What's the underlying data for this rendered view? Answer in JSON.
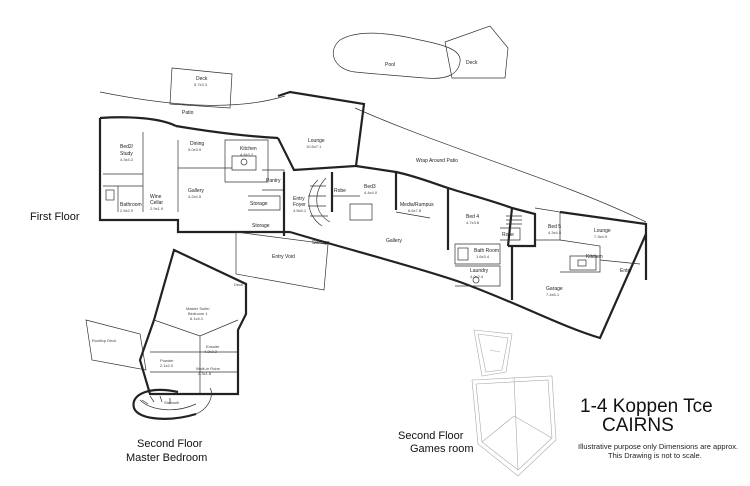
{
  "title": "1-4 Koppen Tce",
  "subtitle": "CAIRNS",
  "disclaimer_line1": "Illustrative purpose only Dimensions are approx.",
  "disclaimer_line2": "This Drawing is not to scale.",
  "floors": {
    "first": "First Floor",
    "second_master_line1": "Second Floor",
    "second_master_line2": "Master Bedroom",
    "second_games_line1": "Second Floor",
    "second_games_line2": "Games room"
  },
  "rooms": {
    "pool": "Pool",
    "deck_top": "Deck",
    "deck_left": "Deck",
    "deck_left_dims": "5.7x3.3",
    "patio": "Patio",
    "wrap_patio": "Wrap Around Patio",
    "bed2": "Bed2/",
    "bed2b": "Study",
    "bed2_dims": "4.3x4.2",
    "dining": "Dining",
    "dining_dims": "5.0x3.9",
    "kitchen": "Kitchen",
    "kitchen_dims": "4.8x3.2",
    "lounge": "Lounge",
    "lounge_dims": "10.5x7.1",
    "pantry": "Pantry",
    "gallery1": "Gallery",
    "gallery1_dims": "4.2x4.5",
    "bathroom": "Bathroom",
    "bathroom_dims": "2.5x2.9",
    "wine": "Wine",
    "wine2": "Cellar",
    "wine_dims": "2.9x1.9",
    "storage1": "Storage",
    "storage2": "Storage",
    "entry_foyer": "Entry",
    "entry_foyer2": "Foyer",
    "entry_foyer_dims": "4.5x5.1",
    "robe1": "Robe",
    "bed3": "Bed3",
    "bed3_dims": "4.4x4.0",
    "media": "Media/Rumpus",
    "media_dims": "6.6x7.8",
    "gallery2": "Gallery",
    "entry_void": "Entry Void",
    "bed4": "Bed 4",
    "bed4_dims": "4.7x3.6",
    "bathroom2": "Bath Room",
    "bathroom2_dims": "1.6x3.4",
    "laundry": "Laundry",
    "laundry_dims": "4.0x2.4",
    "robe2": "Robe",
    "bed5": "Bed 5",
    "bed5_dims": "4.3x4.5",
    "lounge2": "Lounge",
    "lounge2_dims": "7.3x4.9",
    "kitchen2": "Kitchen",
    "entry2": "Entry",
    "garage": "Garage",
    "garage_dims": "7.4x6.1",
    "deck_master": "Deck",
    "master_suite": "Master Suite/",
    "master_suite2": "Bedroom 1",
    "master_suite_dims": "6.1x4.1",
    "ensuite": "Ensuite",
    "ensuite_dims": "4.2x3.2",
    "powder": "Powder",
    "powder_dims": "2.1x2.0",
    "walkin_robe": "Walk-in Robe",
    "walkin_robe_dims": "4.3x1.8",
    "rooftop_deck": "Rooftop Deck",
    "stairwell": "Stairwell"
  }
}
